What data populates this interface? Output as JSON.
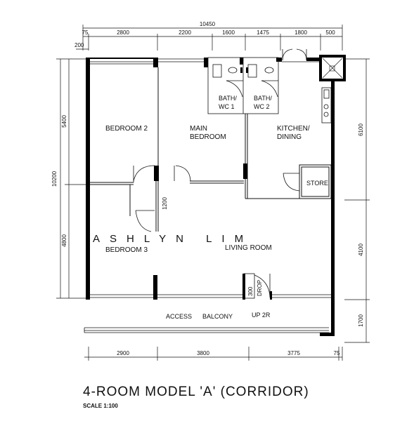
{
  "drawing": {
    "title": "4-ROOM MODEL 'A' (CORRIDOR)",
    "scale": "SCALE 1:100",
    "watermark": "ASHLYN LIM"
  },
  "dimensions": {
    "overall_top": "10450",
    "top_segments": [
      "75",
      "2800",
      "2200",
      "1600",
      "1475",
      "1800",
      "500"
    ],
    "left_offset": "200",
    "left_overall": "10200",
    "left_segments": [
      "5400",
      "4800"
    ],
    "right_segments": [
      "6100",
      "4100",
      "1700"
    ],
    "bottom_segments": [
      "2900",
      "3800",
      "3775",
      "75"
    ],
    "inner": [
      "1200",
      "300"
    ]
  },
  "rooms": {
    "bedroom2": "BEDROOM 2",
    "main_bedroom_1": "MAIN",
    "main_bedroom_2": "BEDROOM",
    "bath1_1": "BATH/",
    "bath1_2": "WC 1",
    "bath2_1": "BATH/",
    "bath2_2": "WC 2",
    "kitchen_1": "KITCHEN/",
    "kitchen_2": "DINING",
    "store": "STORE",
    "bedroom3": "BEDROOM 3",
    "living": "LIVING ROOM",
    "access_balcony": "ACCESS      BALCONY",
    "up": "UP 2R",
    "drop": "DROP"
  },
  "colors": {
    "line": "#111111",
    "wall": "#000000",
    "watermark": "#cfcfcf"
  }
}
